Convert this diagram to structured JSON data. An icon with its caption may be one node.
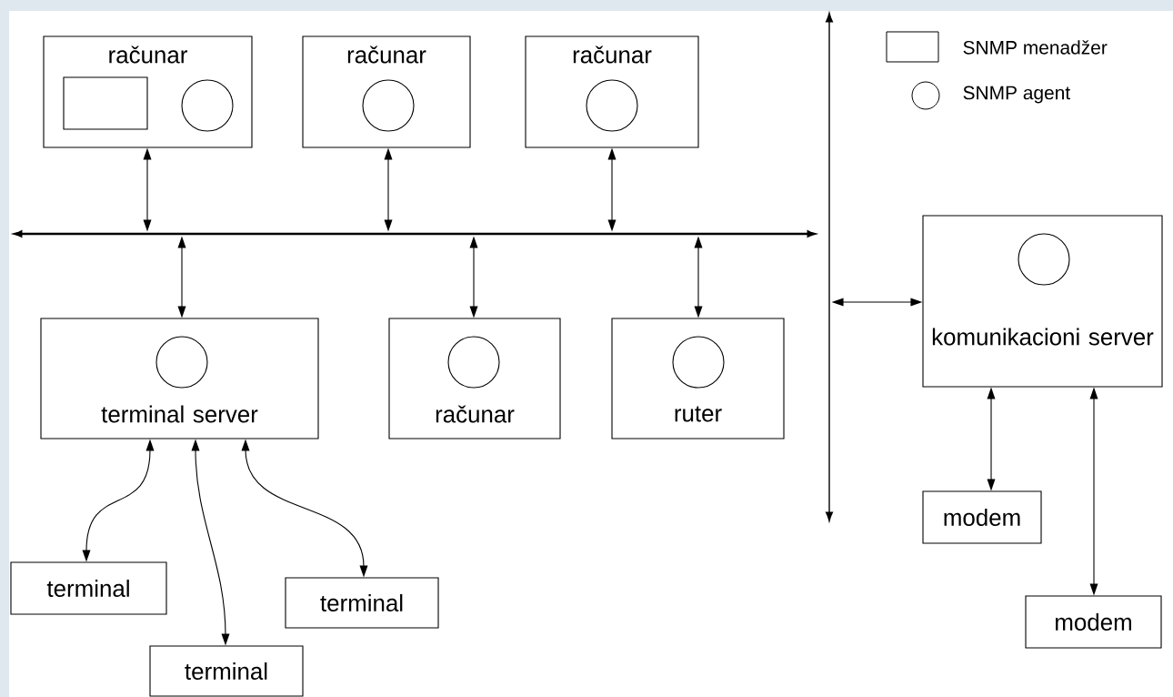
{
  "diagram": {
    "nodes": [
      {
        "text": [
          "računar"
        ]
      },
      {
        "text": [],
        "shape": "box",
        "in": 0
      },
      {
        "text": [],
        "shape": "circle",
        "in": 0
      },
      {
        "text": [
          "računar"
        ]
      },
      {
        "text": [],
        "shape": "circle",
        "in": 3
      },
      {
        "text": [
          "računar"
        ]
      },
      {
        "text": [],
        "shape": "circle",
        "in": 5
      },
      {
        "text": [],
        "shape": "bar"
      },
      {
        "text": [],
        "shape": "bar"
      },
      {
        "text": [
          "komunikacioni server"
        ]
      },
      {
        "text": [],
        "shape": "circle",
        "in": 9
      },
      {
        "text": [
          "terminal server"
        ]
      },
      {
        "text": [],
        "shape": "circle",
        "in": 11
      },
      {
        "text": [
          "računar"
        ]
      },
      {
        "text": [],
        "shape": "circle",
        "in": 13
      },
      {
        "text": [
          "ruter"
        ]
      },
      {
        "text": [],
        "shape": "circle",
        "in": 15
      },
      {
        "text": [
          "modem"
        ]
      },
      {
        "text": [
          "modem"
        ]
      },
      {
        "text": [
          "terminal"
        ]
      },
      {
        "text": [
          "terminal"
        ]
      },
      {
        "text": [
          "terminal"
        ]
      }
    ],
    "edges": [
      {
        "from": 0,
        "to": 8,
        "arrow": "both"
      },
      {
        "from": 3,
        "to": 8,
        "arrow": "both"
      },
      {
        "from": 5,
        "to": 8,
        "arrow": "both"
      },
      {
        "from": 8,
        "to": 11,
        "arrow": "both"
      },
      {
        "from": 8,
        "to": 13,
        "arrow": "both"
      },
      {
        "from": 8,
        "to": 15,
        "arrow": "both"
      },
      {
        "from": 7,
        "to": 9,
        "arrow": "both"
      },
      {
        "from": 9,
        "to": 17,
        "arrow": "both"
      },
      {
        "from": 9,
        "to": 18,
        "arrow": "both"
      },
      {
        "from": 11,
        "to": 19,
        "arrow": "both"
      },
      {
        "from": 11,
        "to": 21,
        "arrow": "both"
      },
      {
        "from": 11,
        "to": 20,
        "arrow": "both"
      }
    ],
    "legend": [
      {
        "text": "SNMP menadžer"
      },
      {
        "text": "SNMP agent"
      }
    ]
  }
}
